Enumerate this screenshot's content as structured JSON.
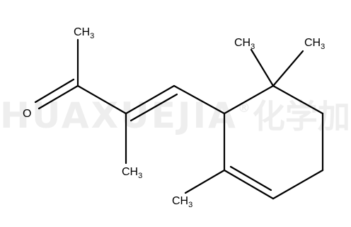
{
  "watermark": {
    "latin": "HUAXUEJIA",
    "registered": "®",
    "chinese": "化学加"
  },
  "molecule": {
    "atoms": [
      {
        "id": "ch3_top",
        "element": "CH",
        "subscript": "3"
      },
      {
        "id": "o",
        "element": "O",
        "subscript": ""
      },
      {
        "id": "ch3_mid",
        "element": "CH",
        "subscript": "3"
      },
      {
        "id": "ch3_ring_low",
        "element": "CH",
        "subscript": "3"
      },
      {
        "id": "ch3_gem_a",
        "element": "CH",
        "subscript": "3"
      },
      {
        "id": "ch3_gem_b",
        "element": "CH",
        "subscript": "3"
      }
    ],
    "bond_color": "#000000"
  }
}
